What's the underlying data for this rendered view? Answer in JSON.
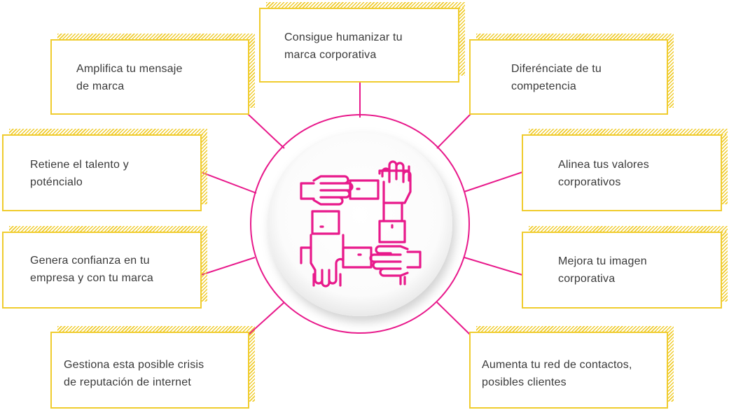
{
  "diagram": {
    "colors": {
      "connector": "#e8198b",
      "icon": "#e8198b",
      "box_border": "#f0cc2e",
      "text": "#3a3a3a"
    },
    "center_icon": "hands-holding-wrists-teamwork-icon",
    "benefits": [
      {
        "id": "top",
        "text": "Consigue humanizar tu\nmarca corporativa"
      },
      {
        "id": "top-left",
        "text": "Amplifica tu mensaje\nde marca"
      },
      {
        "id": "top-right",
        "text": "Diferénciate de tu\ncompetencia"
      },
      {
        "id": "mid-left-1",
        "text": "Retiene el talento y\npoténcialo"
      },
      {
        "id": "mid-right-1",
        "text": "Alinea tus valores\ncorporativos"
      },
      {
        "id": "mid-left-2",
        "text": "Genera confianza en tu\nempresa y con tu marca"
      },
      {
        "id": "mid-right-2",
        "text": "Mejora tu imagen\ncorporativa"
      },
      {
        "id": "bottom-left",
        "text": "Gestiona esta posible crisis\nde reputación de internet"
      },
      {
        "id": "bottom-right",
        "text": "Aumenta tu red de contactos,\nposibles clientes"
      }
    ]
  }
}
